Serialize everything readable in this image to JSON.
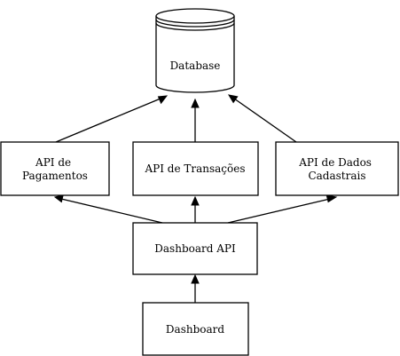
{
  "nodes": {
    "database": {
      "label": [
        "Database"
      ]
    },
    "api_pagamentos": {
      "label": [
        "API de",
        "Pagamentos"
      ]
    },
    "api_transacoes": {
      "label": [
        "API de Transações"
      ]
    },
    "api_dados_cadastrais": {
      "label": [
        "API de Dados",
        "Cadastrais"
      ]
    },
    "dashboard_api": {
      "label": [
        "Dashboard API"
      ]
    },
    "dashboard": {
      "label": [
        "Dashboard"
      ]
    }
  }
}
